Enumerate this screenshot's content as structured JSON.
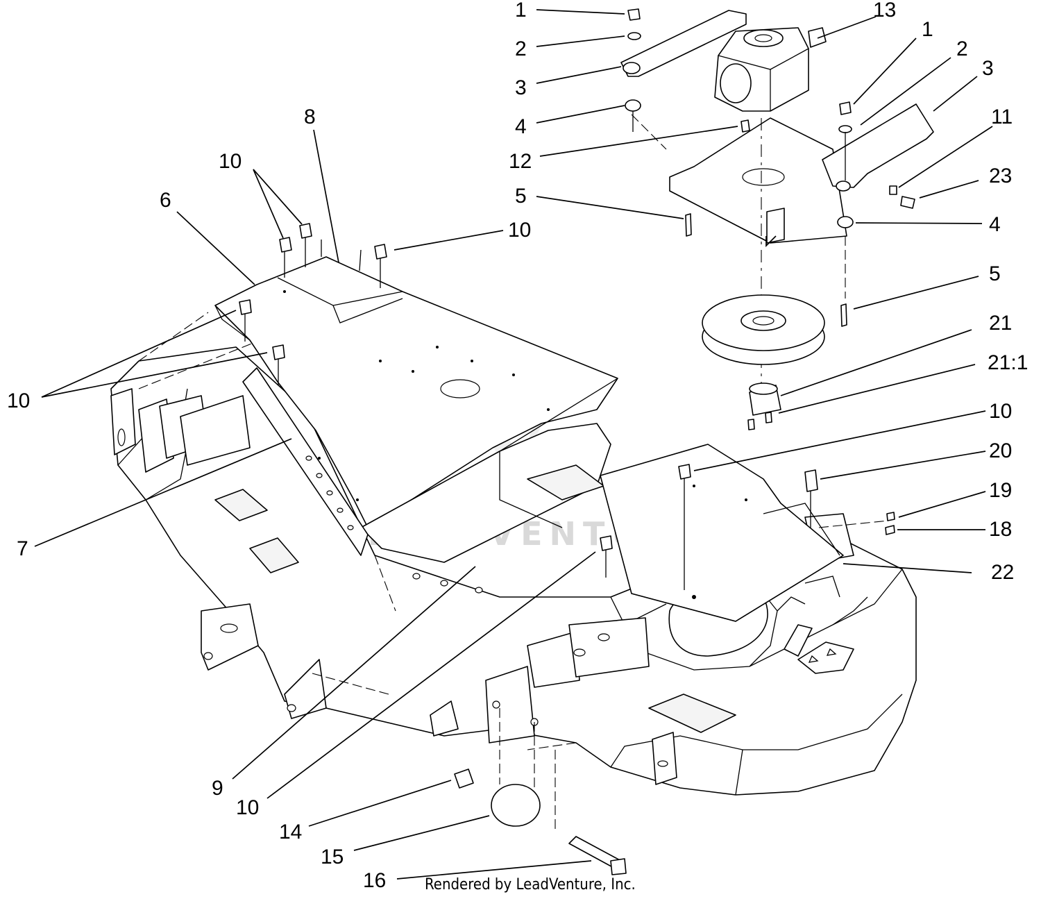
{
  "footer": {
    "rendered_by": "Rendered by LeadVenture, Inc."
  },
  "watermark": {
    "text": "LEADVENTURE",
    "color": "#d9d9d9"
  },
  "callouts": [
    {
      "id": "c1a",
      "label": "1"
    },
    {
      "id": "c2a",
      "label": "2"
    },
    {
      "id": "c3a",
      "label": "3"
    },
    {
      "id": "c4a",
      "label": "4"
    },
    {
      "id": "c12",
      "label": "12"
    },
    {
      "id": "c5a",
      "label": "5"
    },
    {
      "id": "c13",
      "label": "13"
    },
    {
      "id": "c1b",
      "label": "1"
    },
    {
      "id": "c2b",
      "label": "2"
    },
    {
      "id": "c3b",
      "label": "3"
    },
    {
      "id": "c11",
      "label": "11"
    },
    {
      "id": "c23",
      "label": "23"
    },
    {
      "id": "c4b",
      "label": "4"
    },
    {
      "id": "c5b",
      "label": "5"
    },
    {
      "id": "c21",
      "label": "21"
    },
    {
      "id": "c21-1",
      "label": "21:1"
    },
    {
      "id": "c10e",
      "label": "10"
    },
    {
      "id": "c20",
      "label": "20"
    },
    {
      "id": "c19",
      "label": "19"
    },
    {
      "id": "c18",
      "label": "18"
    },
    {
      "id": "c22",
      "label": "22"
    },
    {
      "id": "c8",
      "label": "8"
    },
    {
      "id": "c10a",
      "label": "10"
    },
    {
      "id": "c6",
      "label": "6"
    },
    {
      "id": "c10b",
      "label": "10"
    },
    {
      "id": "c10c",
      "label": "10"
    },
    {
      "id": "c7",
      "label": "7"
    },
    {
      "id": "c9",
      "label": "9"
    },
    {
      "id": "c10d",
      "label": "10"
    },
    {
      "id": "c14",
      "label": "14"
    },
    {
      "id": "c15",
      "label": "15"
    },
    {
      "id": "c16",
      "label": "16"
    }
  ]
}
